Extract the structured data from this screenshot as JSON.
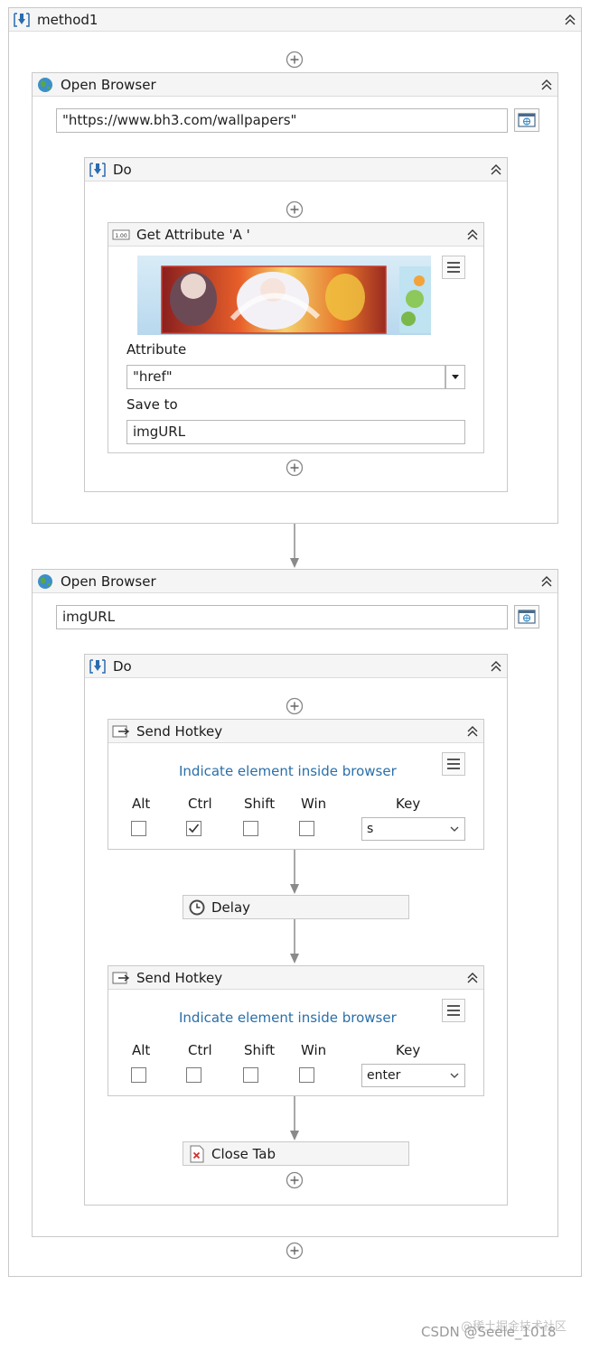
{
  "sequence": {
    "title": "method1"
  },
  "open_browser_1": {
    "title": "Open Browser",
    "url": "\"https://www.bh3.com/wallpapers\"",
    "do": {
      "title": "Do",
      "get_attribute": {
        "title": "Get Attribute 'A '",
        "attribute_label": "Attribute",
        "attribute_value": "\"href\"",
        "save_to_label": "Save to",
        "save_to_value": "imgURL"
      }
    }
  },
  "open_browser_2": {
    "title": "Open Browser",
    "url": "imgURL",
    "do": {
      "title": "Do",
      "hotkey_1": {
        "title": "Send Hotkey",
        "indicate": "Indicate element inside browser",
        "mods": [
          {
            "label": "Alt",
            "checked": false
          },
          {
            "label": "Ctrl",
            "checked": true
          },
          {
            "label": "Shift",
            "checked": false
          },
          {
            "label": "Win",
            "checked": false
          }
        ],
        "key_label": "Key",
        "key_value": "s"
      },
      "delay": {
        "title": "Delay"
      },
      "hotkey_2": {
        "title": "Send Hotkey",
        "indicate": "Indicate element inside browser",
        "mods": [
          {
            "label": "Alt",
            "checked": false
          },
          {
            "label": "Ctrl",
            "checked": false
          },
          {
            "label": "Shift",
            "checked": false
          },
          {
            "label": "Win",
            "checked": false
          }
        ],
        "key_label": "Key",
        "key_value": "enter"
      },
      "close_tab": {
        "title": "Close Tab"
      }
    }
  },
  "watermark": "CSDN @Seele_1018",
  "watermark_faint": "@稀土掘金技术社区",
  "colors": {
    "link": "#2a6fa8",
    "header_bg": "#f5f5f5",
    "border": "#c9c9c9"
  }
}
